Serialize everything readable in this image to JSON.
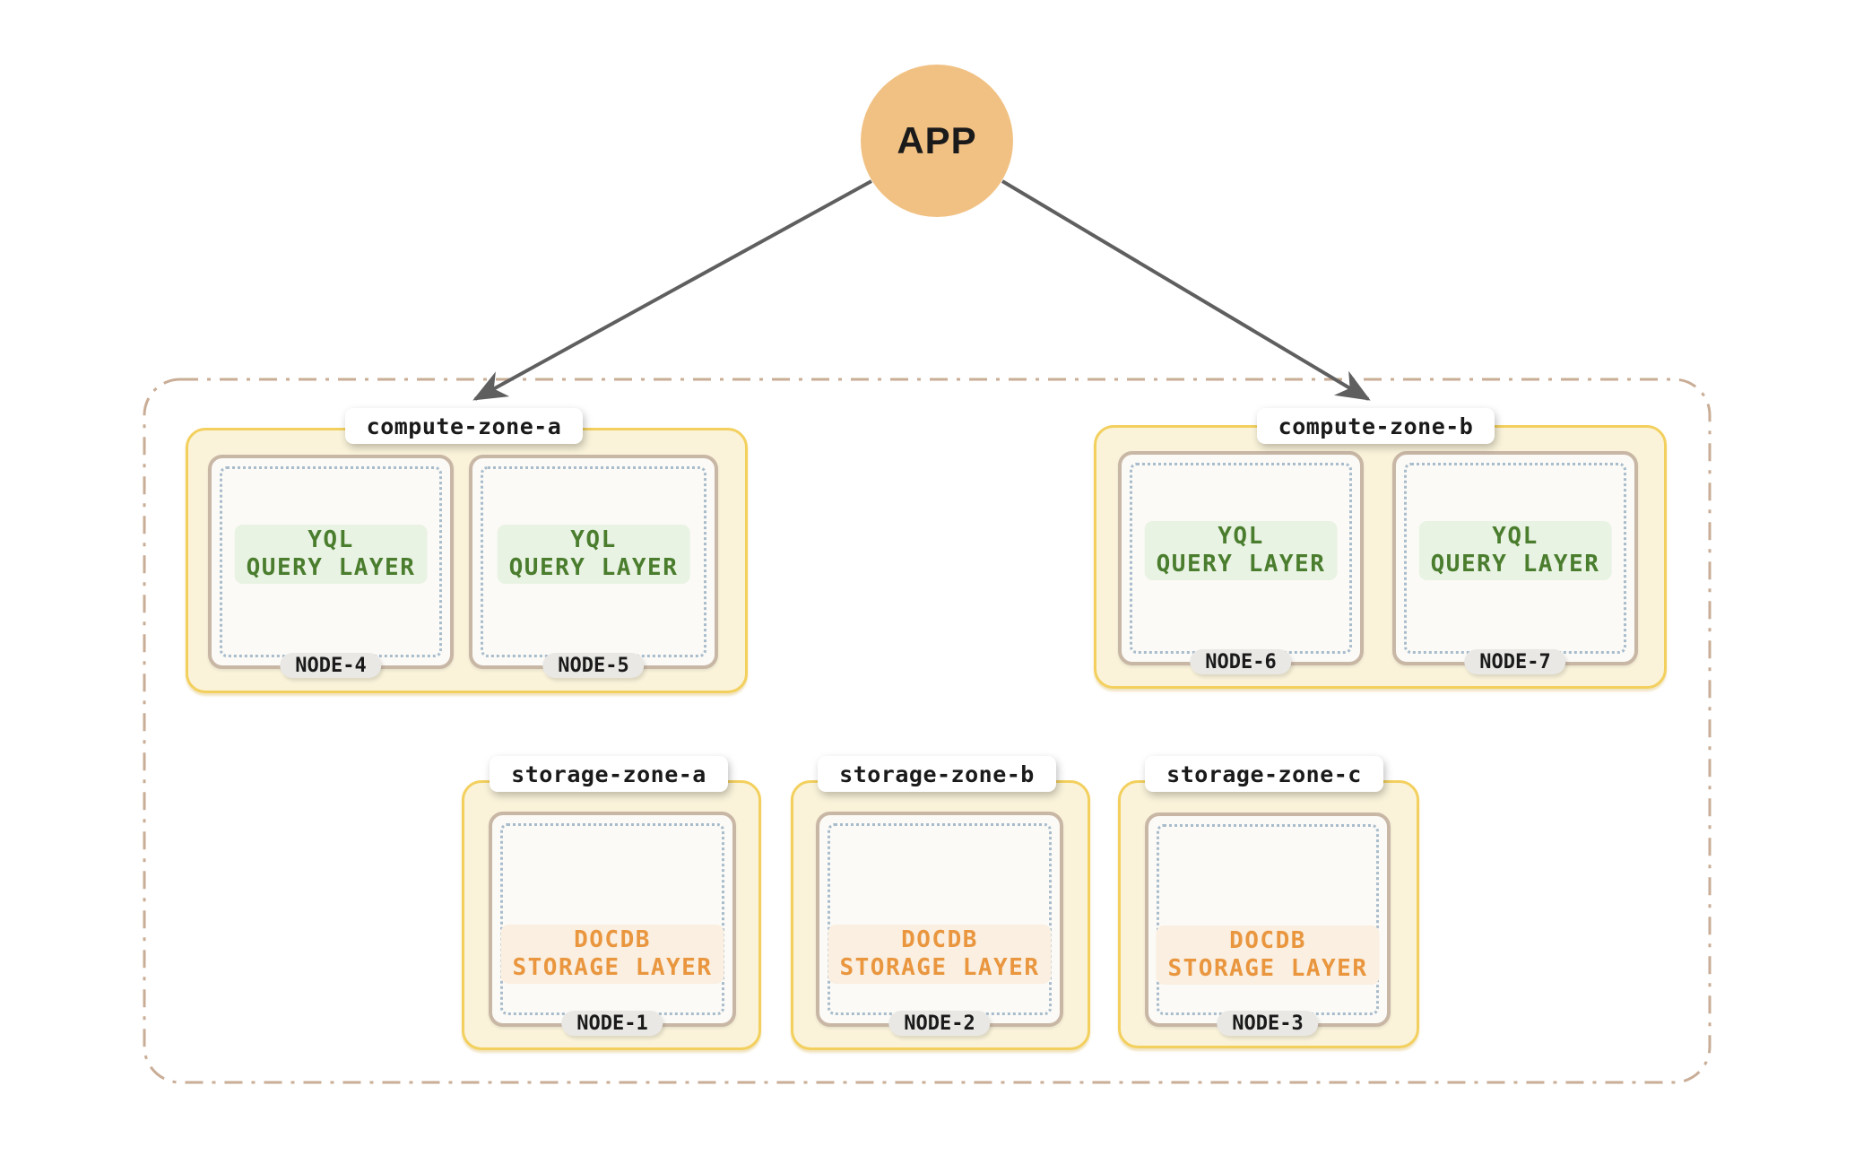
{
  "app": {
    "label": "APP"
  },
  "cluster": {
    "zones": [
      {
        "id": "compute-zone-a",
        "label": "compute-zone-a",
        "type": "compute",
        "nodes": [
          {
            "name": "NODE-4",
            "layer": {
              "line1": "YQL",
              "line2": "QUERY LAYER"
            }
          },
          {
            "name": "NODE-5",
            "layer": {
              "line1": "YQL",
              "line2": "QUERY LAYER"
            }
          }
        ]
      },
      {
        "id": "compute-zone-b",
        "label": "compute-zone-b",
        "type": "compute",
        "nodes": [
          {
            "name": "NODE-6",
            "layer": {
              "line1": "YQL",
              "line2": "QUERY LAYER"
            }
          },
          {
            "name": "NODE-7",
            "layer": {
              "line1": "YQL",
              "line2": "QUERY LAYER"
            }
          }
        ]
      },
      {
        "id": "storage-zone-a",
        "label": "storage-zone-a",
        "type": "storage",
        "nodes": [
          {
            "name": "NODE-1",
            "layer": {
              "line1": "DOCDB",
              "line2": "STORAGE LAYER"
            }
          }
        ]
      },
      {
        "id": "storage-zone-b",
        "label": "storage-zone-b",
        "type": "storage",
        "nodes": [
          {
            "name": "NODE-2",
            "layer": {
              "line1": "DOCDB",
              "line2": "STORAGE LAYER"
            }
          }
        ]
      },
      {
        "id": "storage-zone-c",
        "label": "storage-zone-c",
        "type": "storage",
        "nodes": [
          {
            "name": "NODE-3",
            "layer": {
              "line1": "DOCDB",
              "line2": "STORAGE LAYER"
            }
          }
        ]
      }
    ]
  },
  "colors": {
    "app_circle": "#f1c183",
    "arrow": "#5f5f5f",
    "cluster_border": "#c9ad96",
    "zone_border": "#f3d05e",
    "zone_fill": "#faf3da",
    "node_border": "#c9b7a6",
    "node_fill": "#fbfaf6",
    "node_dots": "#a8bccc",
    "query_layer_text": "#4a7d2e",
    "query_layer_fill": "#e9f3e3",
    "storage_layer_text": "#e9963f",
    "storage_layer_fill": "#faefe0",
    "badge_fill": "#e9e8e5",
    "text": "#1a1a1a"
  }
}
